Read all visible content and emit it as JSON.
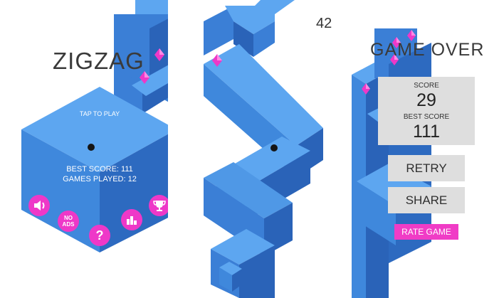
{
  "menu_screen": {
    "title": "ZIGZAG",
    "tap_to_play": "TAP TO PLAY",
    "best_score_label": "BEST SCORE: 111",
    "games_played_label": "GAMES PLAYED: 12",
    "buttons": {
      "sound_icon": "speaker-icon",
      "no_ads_label": "NO ADS",
      "help_label": "?",
      "leaderboard_icon": "leaderboard-icon",
      "achievements_icon": "trophy-icon"
    }
  },
  "gameplay_screen": {
    "score": "42"
  },
  "game_over_screen": {
    "title": "GAME OVER",
    "score_label": "SCORE",
    "score_value": "29",
    "best_score_label": "BEST SCORE",
    "best_score_value": "111",
    "retry_label": "RETRY",
    "share_label": "SHARE",
    "rate_game_label": "RATE GAME"
  },
  "colors": {
    "path_top": "#5da6f0",
    "path_left": "#3b7fd6",
    "path_right": "#2a63b8",
    "gem": "#ee38c8",
    "button_pink": "#ee38c8"
  }
}
